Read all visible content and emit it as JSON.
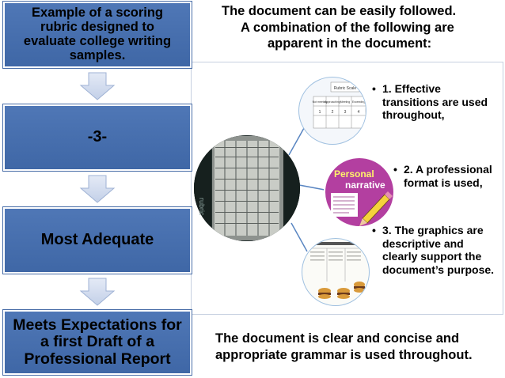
{
  "left_column": {
    "box1": "Example of a scoring rubric designed to evaluate college writing samples.",
    "box2": "-3-",
    "box3": "Most Adequate",
    "box4": "Meets Expectations for a first Draft of a Professional Report"
  },
  "top_text": {
    "line1": "The document can be easily followed.",
    "line2": "A combination of the following are",
    "line3": "apparent in the document:"
  },
  "bullets": {
    "b1": "1. Effective transitions are used throughout,",
    "b2": "2. A professional format is used,",
    "b3": "3. The graphics are descriptive and clearly support the document’s purpose."
  },
  "rubric_thumbnail": {
    "title": "Rubric Scale",
    "columns": [
      "Not meeting",
      "Approaching",
      "Meeting",
      "Exceeding"
    ],
    "scores": [
      "1",
      "2",
      "3",
      "4"
    ]
  },
  "narrative_thumbnail": {
    "line1": "Personal",
    "line2": "narrative"
  },
  "center_image_text": "rubric",
  "bottom_text": "The document is clear and concise and appropriate grammar is used throughout.",
  "colors": {
    "box_fill": "#4472b4",
    "arrow_fill": "#d2dcee",
    "connector": "#5a86c2",
    "narrative_bg": "#b33fa0"
  }
}
